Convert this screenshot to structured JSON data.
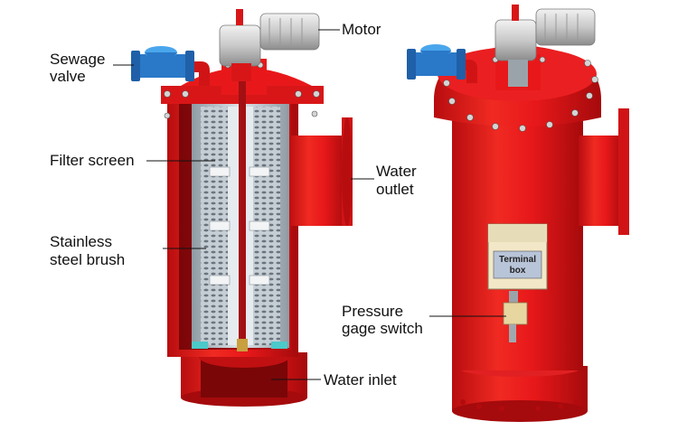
{
  "labels": {
    "motor": "Motor",
    "sewage_valve_line1": "Sewage",
    "sewage_valve_line2": "valve",
    "filter_screen": "Filter screen",
    "water_outlet_line1": "Water",
    "water_outlet_line2": "outlet",
    "stainless_brush_line1": "Stainless",
    "stainless_brush_line2": "steel brush",
    "pressure_switch_line1": "Pressure",
    "pressure_switch_line2": "gage switch",
    "water_inlet": "Water inlet",
    "terminal_box_line1": "Terminal",
    "terminal_box_line2": "box"
  },
  "colors": {
    "body_red": "#e8181a",
    "body_red_dark": "#b80d0f",
    "motor_gray": "#cfcfcf",
    "valve_blue": "#2a78c8",
    "screen_gray": "#b9c3cc",
    "terminal_box": "#f2e8c8"
  }
}
